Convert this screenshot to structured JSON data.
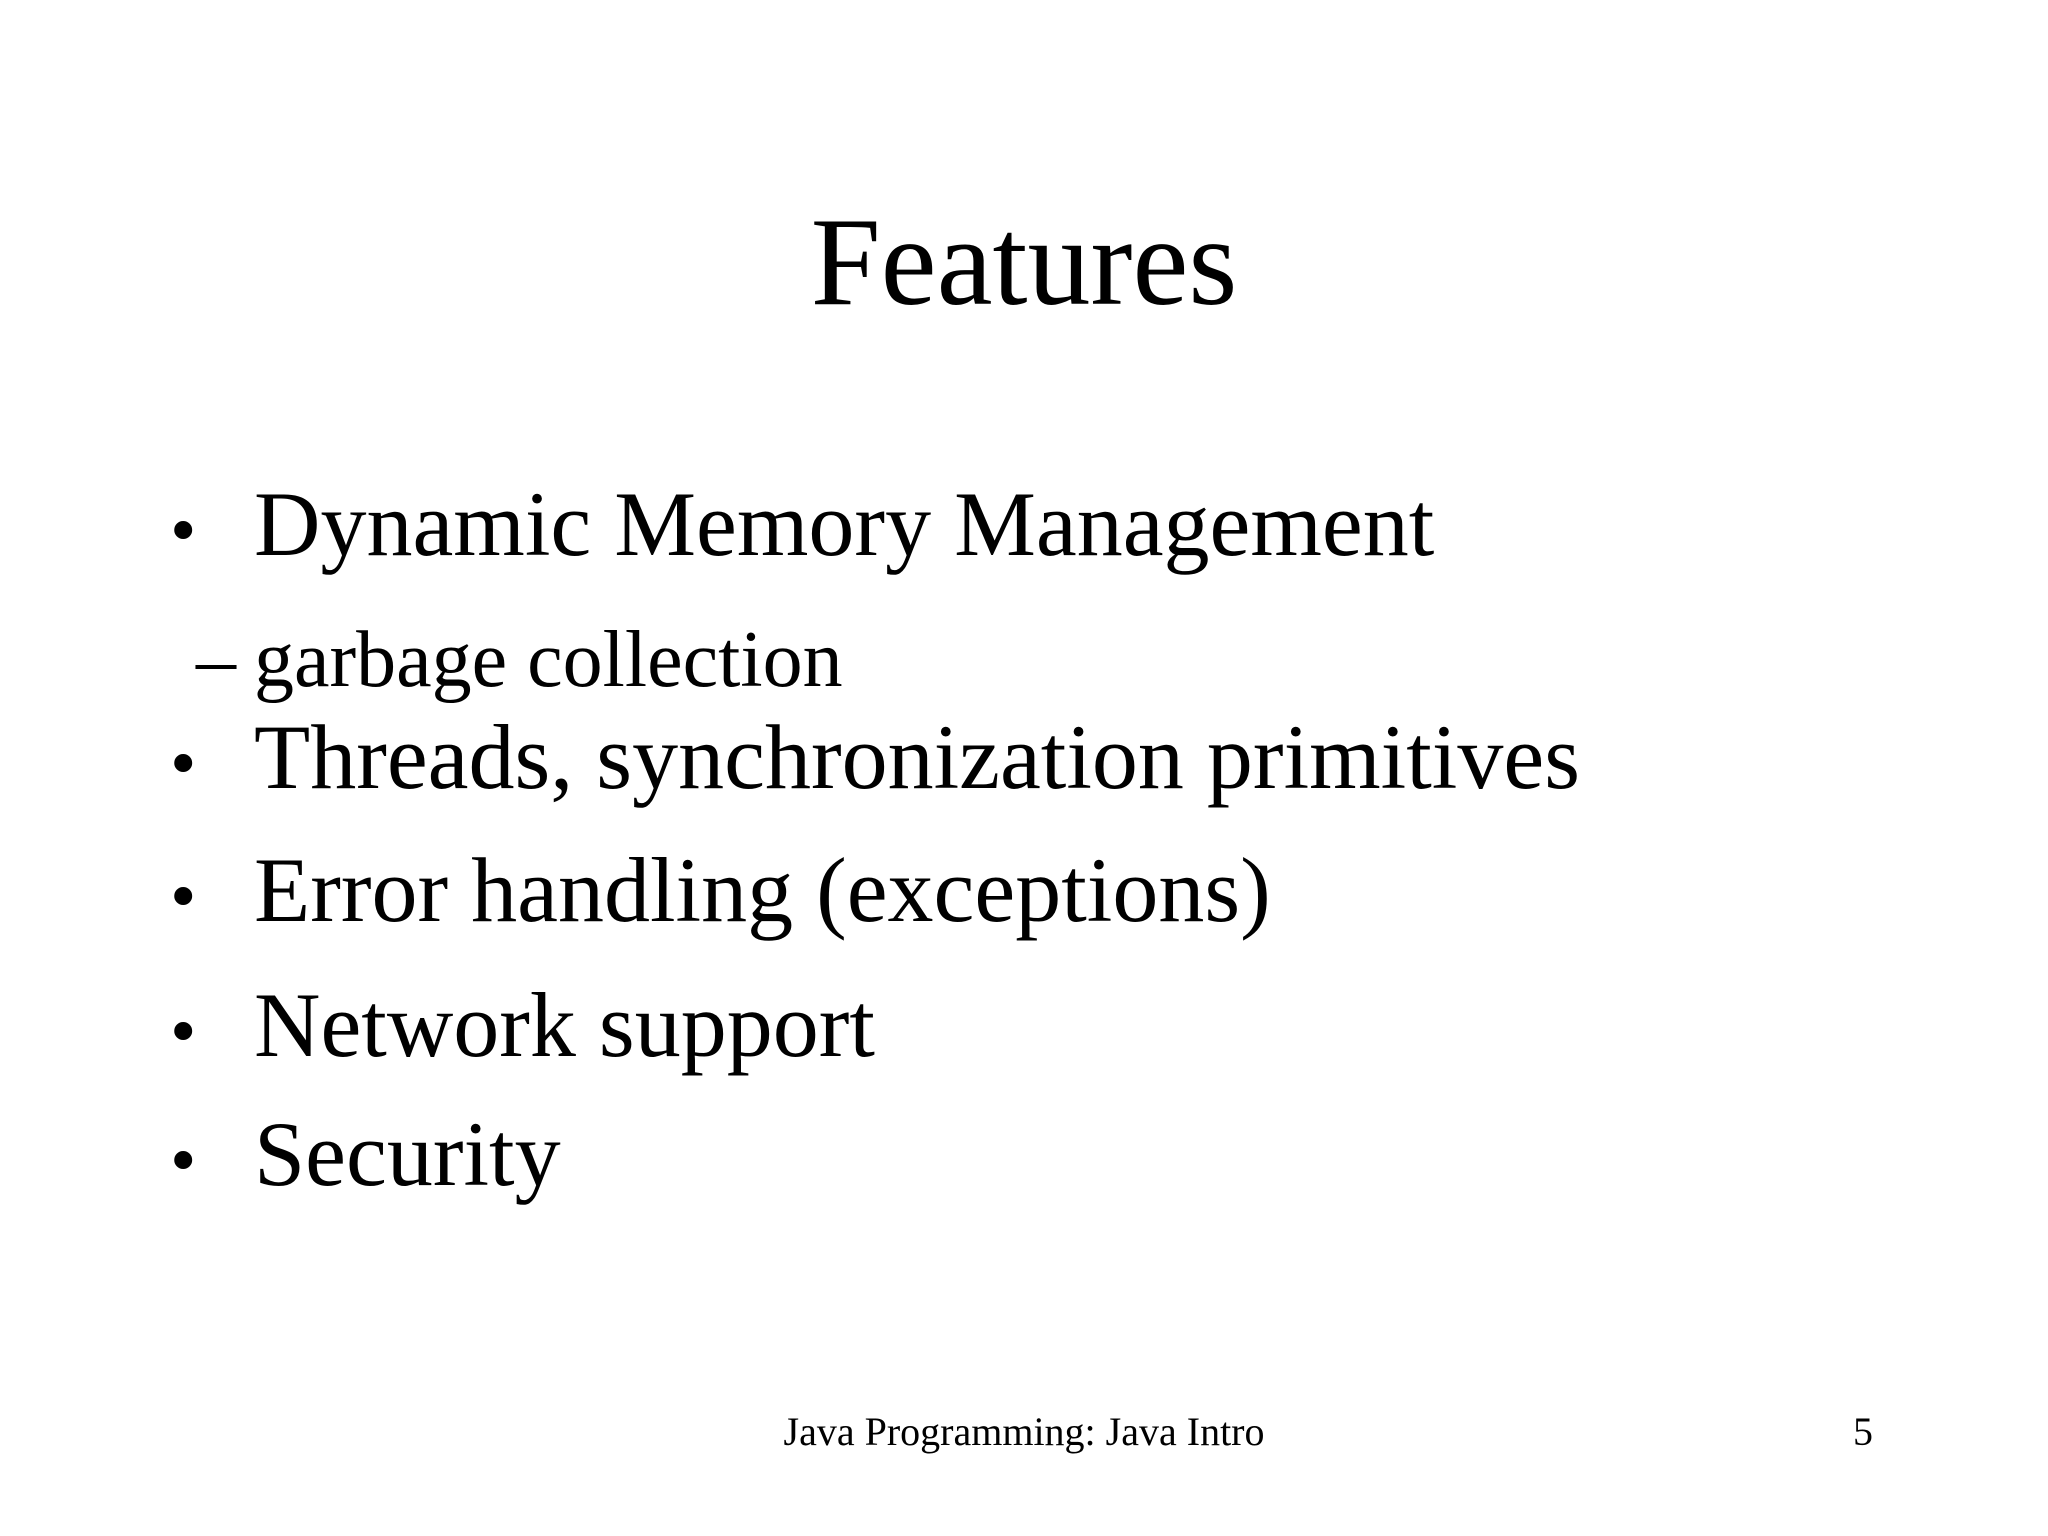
{
  "slide": {
    "title": "Features",
    "bullets": [
      {
        "level": 1,
        "marker": "•",
        "text": "Dynamic Memory Management"
      },
      {
        "level": 2,
        "marker": "–",
        "text": "garbage collection"
      },
      {
        "level": 1,
        "marker": "•",
        "text": "Threads, synchronization primitives"
      },
      {
        "level": 1,
        "marker": "•",
        "text": "Error handling (exceptions)"
      },
      {
        "level": 1,
        "marker": "•",
        "text": "Network support"
      },
      {
        "level": 1,
        "marker": "•",
        "text": "Security"
      }
    ],
    "footer": "Java Programming: Java Intro",
    "page_number": "5",
    "colors": {
      "background": "#ffffff",
      "text": "#000000"
    }
  }
}
